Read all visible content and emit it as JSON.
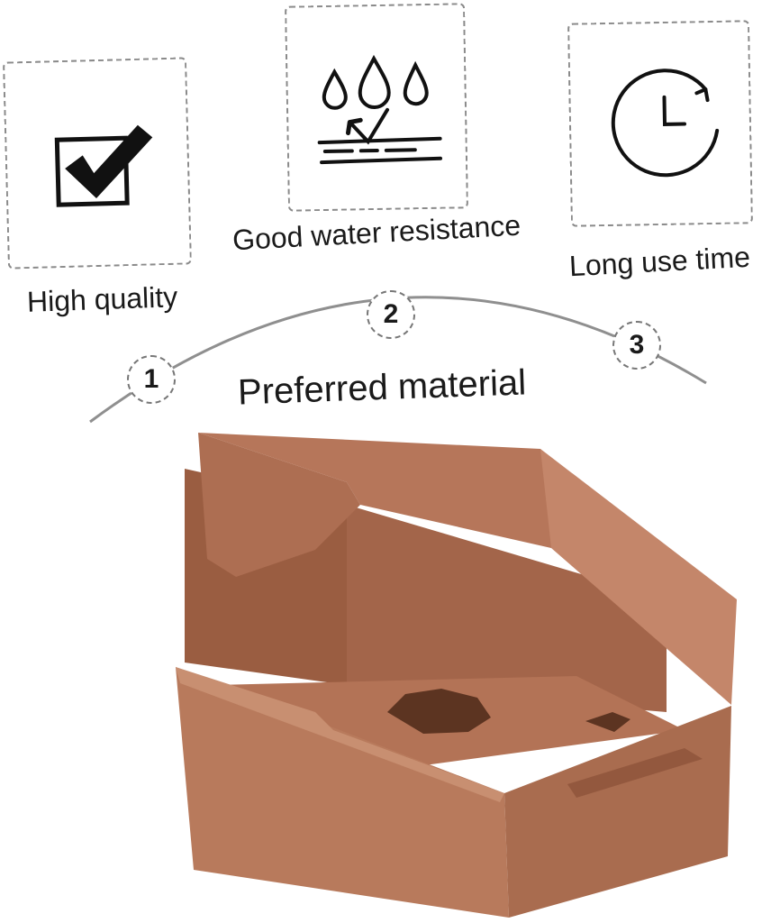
{
  "features": [
    {
      "label": "High quality",
      "icon": "checkbox-check-icon",
      "number": "1"
    },
    {
      "label": "Good water resistance",
      "icon": "water-drops-icon",
      "number": "2"
    },
    {
      "label": "Long use time",
      "icon": "clock-refresh-icon",
      "number": "3"
    }
  ],
  "center_caption": "Preferred material",
  "colors": {
    "kraft": "#b9795a",
    "kraft_dark": "#93583e",
    "kraft_light": "#c98d6c",
    "arc": "#8f8f8f"
  }
}
